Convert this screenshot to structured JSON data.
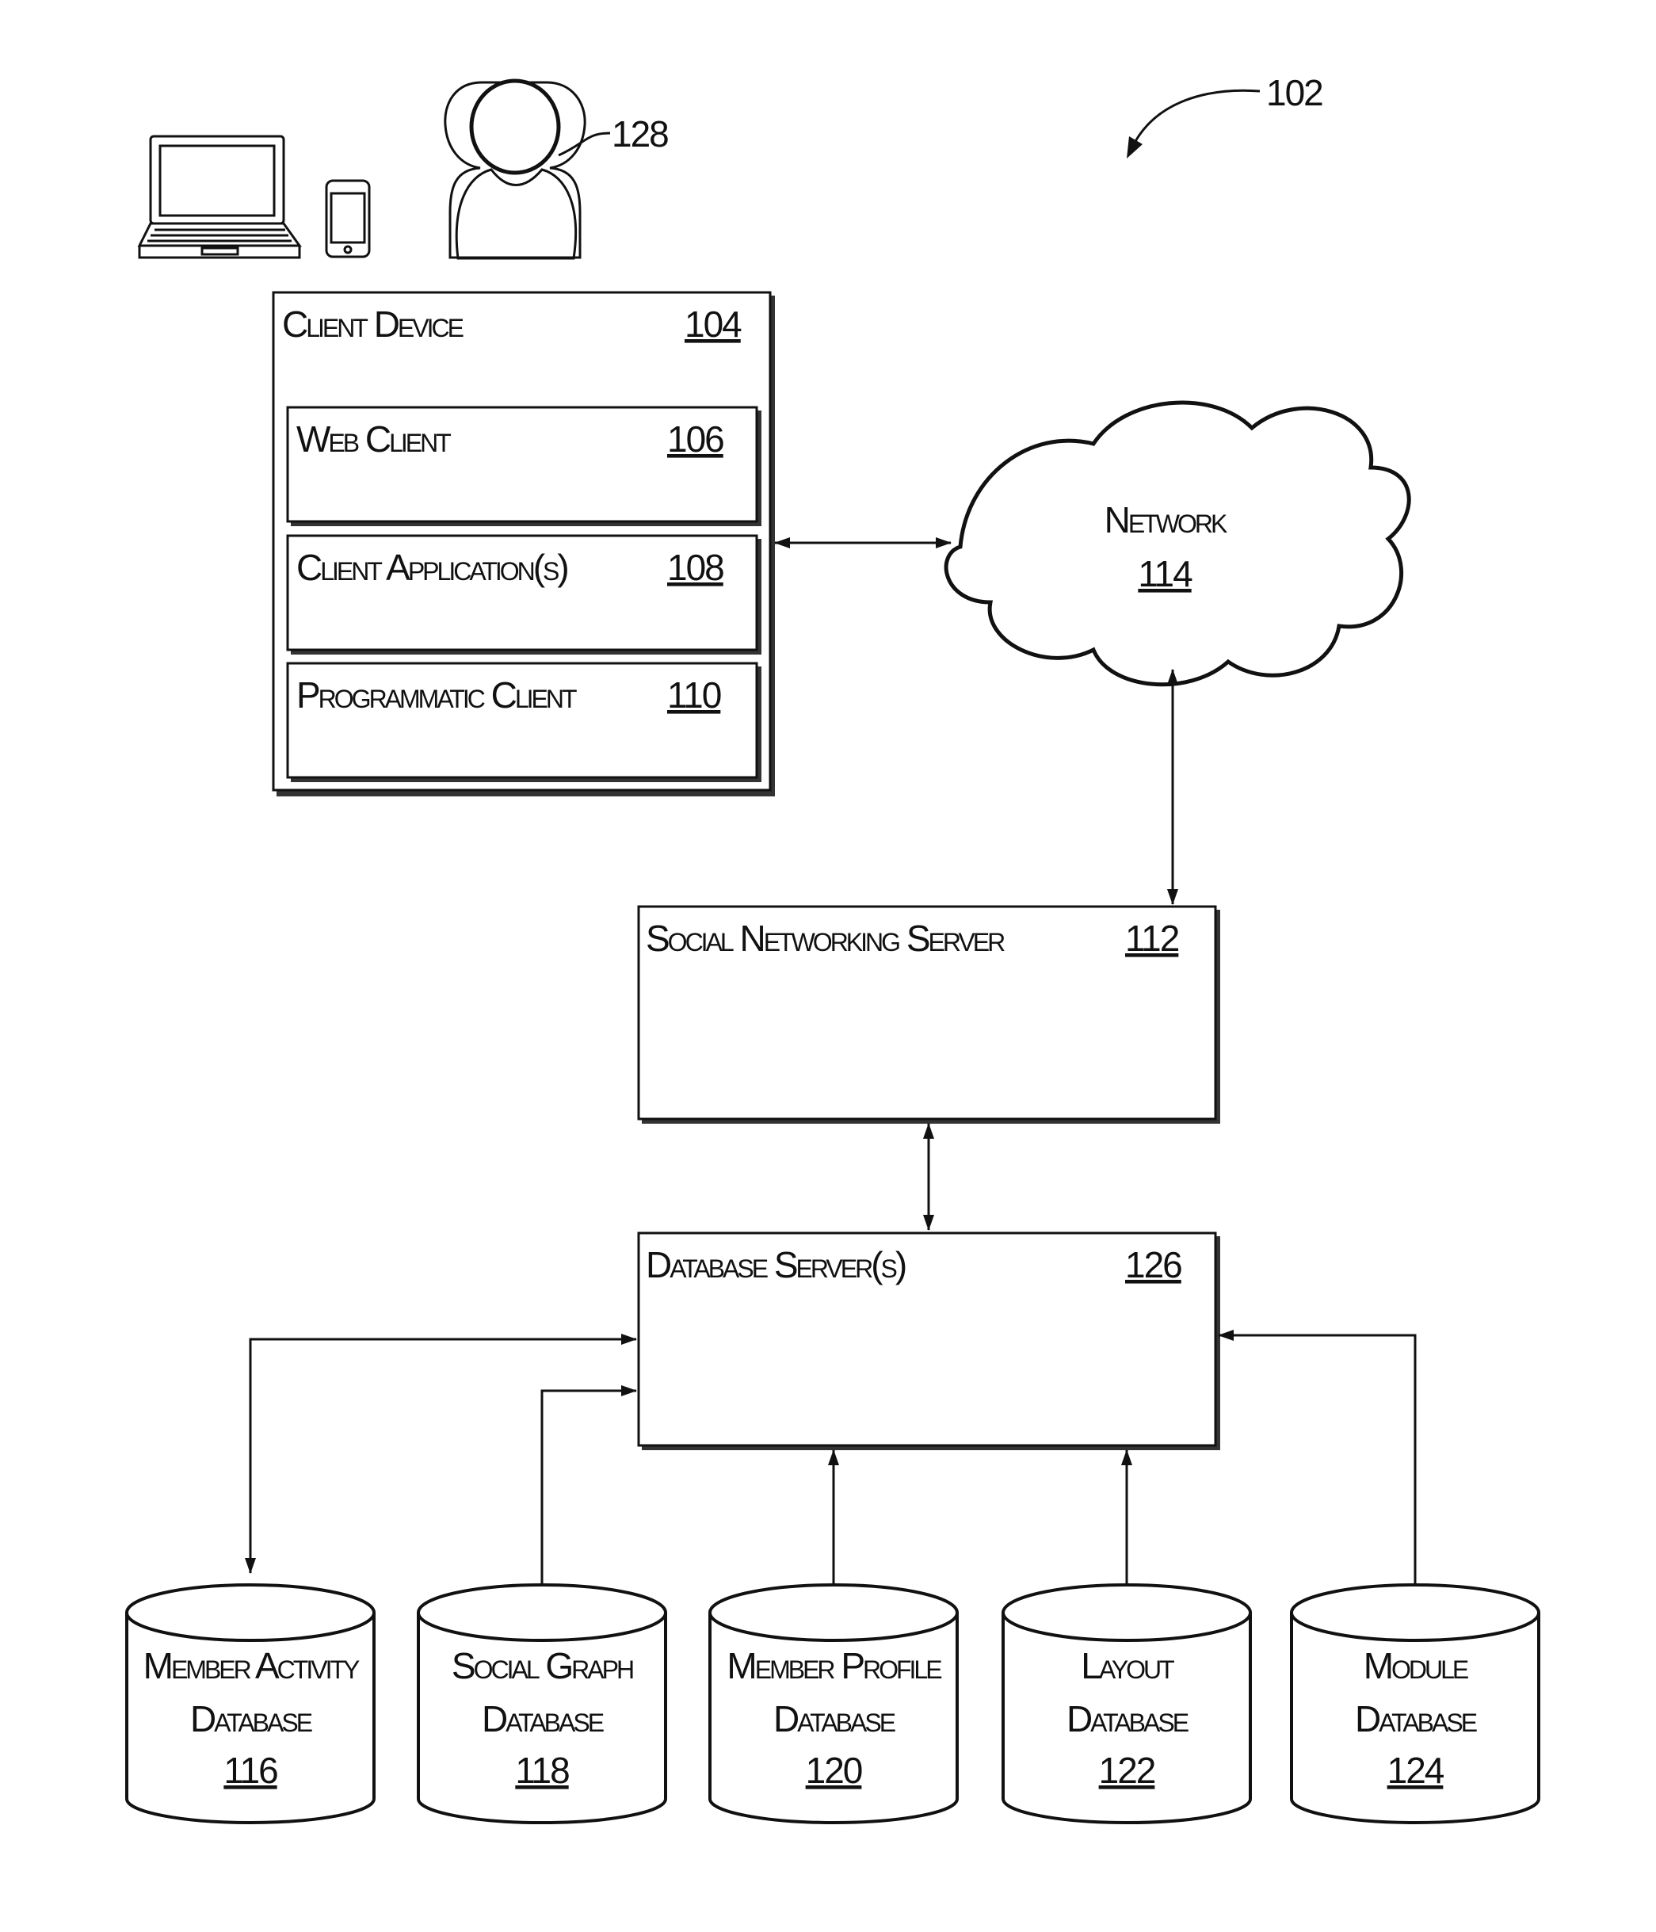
{
  "figure_ref": "102",
  "user_ref": "128",
  "client_device": {
    "label": "Client Device",
    "ref": "104",
    "components": [
      {
        "label": "Web Client",
        "ref": "106"
      },
      {
        "label": "Client Application(s)",
        "ref": "108"
      },
      {
        "label": "Programmatic Client",
        "ref": "110"
      }
    ]
  },
  "network": {
    "label": "Network",
    "ref": "114"
  },
  "social_networking_server": {
    "label": "Social Networking Server",
    "ref": "112"
  },
  "database_server": {
    "label": "Database Server(s)",
    "ref": "126"
  },
  "databases": [
    {
      "line1": "Member Activity",
      "line2": "Database",
      "ref": "116"
    },
    {
      "line1": "Social Graph",
      "line2": "Database",
      "ref": "118"
    },
    {
      "line1": "Member Profile",
      "line2": "Database",
      "ref": "120"
    },
    {
      "line1": "Layout",
      "line2": "Database",
      "ref": "122"
    },
    {
      "line1": "Module",
      "line2": "Database",
      "ref": "124"
    }
  ]
}
